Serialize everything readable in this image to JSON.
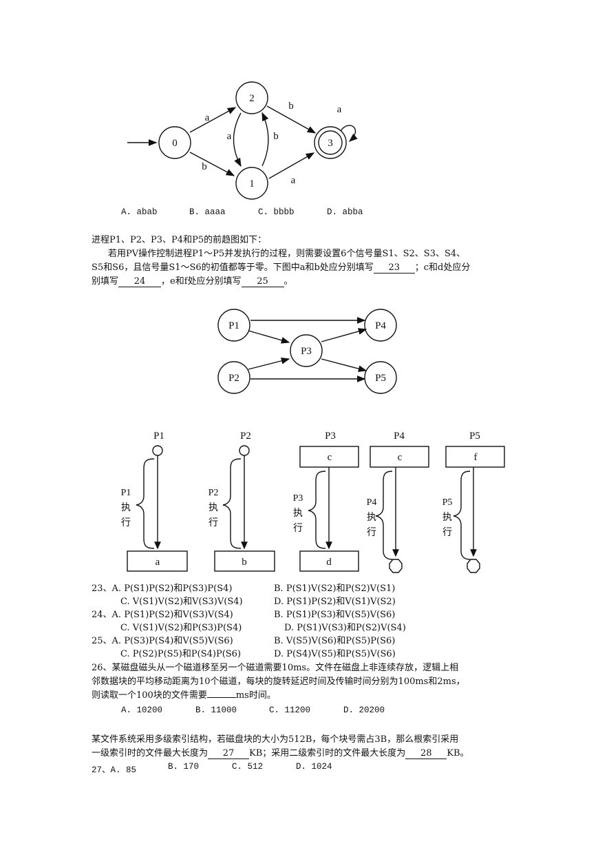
{
  "dfa": {
    "states": [
      "0",
      "2",
      "1",
      "3"
    ],
    "edges": {
      "e02": "a",
      "e01": "b",
      "e23": "b",
      "e21": "a",
      "e12": "b",
      "e13": "a",
      "e33": "a"
    }
  },
  "q22_options": [
    "A. abab",
    "B. aaaa",
    "C. bbbb",
    "D. abba"
  ],
  "intro": "进程P1、P2、P3、P4和P5的前趋图如下：",
  "para": {
    "line1": "若用PV操作控制进程P1～P5并发执行的过程，则需要设置6个信号量S1、S2、S3、S4、",
    "line2a": "S5和S6，且信号量S1～S6的初值都等于零。下图中a和b处应分别填写",
    "blank23": "23",
    "line2b": "；c和d处应分",
    "line3a": "别填写",
    "blank24": "24",
    "line3b": "，e和f处应分别填写",
    "blank25": "25",
    "line3c": "。"
  },
  "precedence_graph": {
    "nodes": [
      "P1",
      "P2",
      "P3",
      "P4",
      "P5"
    ]
  },
  "flow": {
    "columns": [
      {
        "title": "P1",
        "side": "P1",
        "side2": "执",
        "side3": "行",
        "bottom": "a"
      },
      {
        "title": "P2",
        "side": "P2",
        "side2": "执",
        "side3": "行",
        "bottom": "b"
      },
      {
        "title": "P3",
        "top": "c",
        "side": "P3",
        "side2": "执",
        "side3": "行",
        "bottom": "d"
      },
      {
        "title": "P4",
        "top": "c",
        "side": "P4",
        "side2": "执",
        "side3": "行"
      },
      {
        "title": "P5",
        "top": "f",
        "side": "P5",
        "side2": "执",
        "side3": "行"
      }
    ]
  },
  "q23": {
    "a": "23、A. P(S1)P(S2)和P(S3)P(S4)",
    "b": "B. P(S1)V(S2)和P(S2)V(S1)",
    "c": "C. V(S1)V(S2)和V(S3)V(S4)",
    "d": "D. P(S1)P(S2)和V(S1)V(S2)"
  },
  "q24": {
    "a": "24、A. P(S1)P(S2)和V(S3)V(S4)",
    "b": "B. P(S1)P(S3)和V(S5)V(S6)",
    "c": "C. V(S1)V(S2)和P(S3)P(S4)",
    "d": "D. P(S1)V(S3)和P(S2)V(S4)"
  },
  "q25": {
    "a": "25、A. P(S3)P(S4)和V(S5)V(S6)",
    "b": "B. V(S5)V(S6)和P(S5)P(S6)",
    "c": "C. P(S2)P(S5)和P(S4)P(S6)",
    "d": "D. P(S4)V(S5)和P(S5)V(S6)"
  },
  "q26": {
    "line1": "26、某磁盘磁头从一个磁道移至另一个磁道需要10ms。文件在磁盘上非连续存放，逻辑上相",
    "line2": "邻数据块的平均移动距离为10个磁道，每块的旋转延迟时间及传输时间分别为100ms和2ms，",
    "line3a": "则读取一个100块的文件需要",
    "line3b": "ms时间。",
    "options": [
      "A. 10200",
      "B. 11000",
      "C. 11200",
      "D. 20200"
    ]
  },
  "q27": {
    "line1": "某文件系统采用多级索引结构，若磁盘块的大小为512B，每个块号需占3B，那么根索引采用",
    "line2a": "一级索引时的文件最大长度为",
    "blank27": "27",
    "line2b": "KB；采用二级索引时的文件最大长度为",
    "blank28": "28",
    "line2c": "KB。",
    "options": [
      "27、A. 85",
      "B. 170",
      "C. 512",
      "D. 1024"
    ]
  }
}
